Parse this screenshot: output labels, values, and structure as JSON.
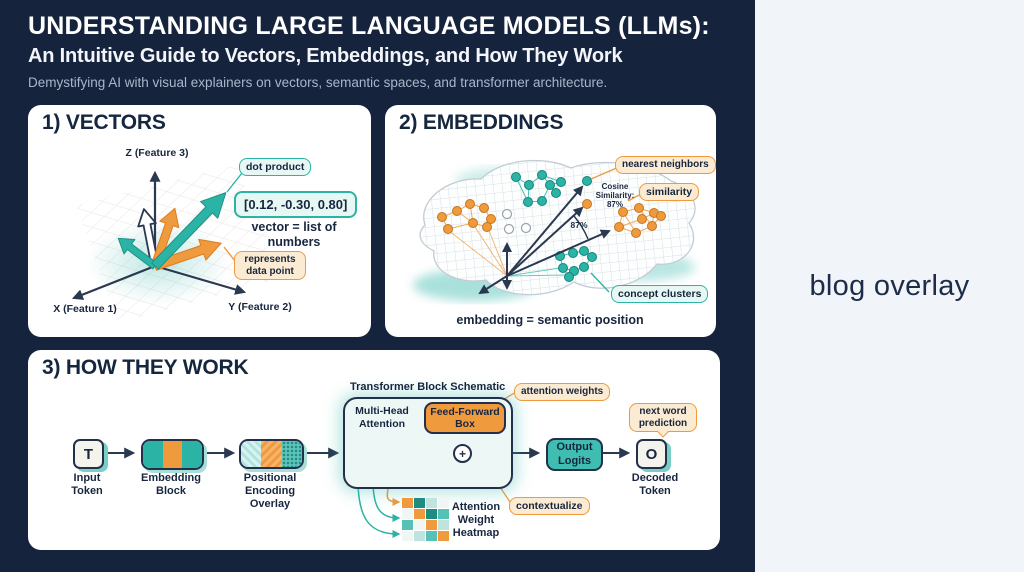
{
  "header": {
    "title": "UNDERSTANDING LARGE LANGUAGE MODELS (LLMs):",
    "subtitle": "An Intuitive Guide to Vectors, Embeddings, and How They Work",
    "tagline": "Demystifying AI with visual explainers on vectors, semantic spaces, and transformer architecture."
  },
  "overlay": {
    "label": "blog overlay"
  },
  "colors": {
    "background_navy": "#16233C",
    "panel_white": "#FFFFFF",
    "teal_accent": "#2BB3A6",
    "orange_accent": "#EF9A3E",
    "navy_text": "#17263F",
    "teal_badge_bg": "#E7F7F4",
    "orange_badge_bg": "#FBEBD2",
    "overlay_bg": "#F1F4F9"
  },
  "panels": {
    "vectors": {
      "heading": "1) VECTORS",
      "z_axis_label": "Z (Feature 3)",
      "x_axis_label": "X (Feature 1)",
      "y_axis_label": "Y (Feature 2)",
      "dot_product_badge": "dot product",
      "vector_value": "[0.12, -0.30, 0.80]",
      "caption": "vector = list of numbers",
      "represents_badge": "represents data point"
    },
    "embeddings": {
      "heading": "2) EMBEDDINGS",
      "nearest_neighbors_badge": "nearest neighbors",
      "similarity_badge": "similarity",
      "cosine_similarity_label": "Cosine Similarity: 87%",
      "angle_label": "87%",
      "concept_clusters_badge": "concept clusters",
      "caption": "embedding = semantic position"
    },
    "how_they_work": {
      "heading": "3) HOW THEY WORK",
      "input_token_glyph": "T",
      "input_token_label": "Input Token",
      "embedding_block_label": "Embedding Block",
      "positional_encoding_label": "Positional Encoding Overlay",
      "schematic_title": "Transformer Block Schematic",
      "multi_head_attention_label": "Multi-Head Attention",
      "feed_forward_label": "Feed-Forward Box",
      "plus_symbol": "+",
      "attention_weights_badge": "attention weights",
      "contextualize_badge": "contextualize",
      "heatmap_label": "Attention Weight Heatmap",
      "output_logits_label": "Output Logits",
      "next_word_badge": "next word prediction",
      "decoded_token_glyph": "O",
      "decoded_token_label": "Decoded Token",
      "heatmap": {
        "rows": 4,
        "cols": 4,
        "cells": [
          "#F09A3E",
          "#1F8C82",
          "#BFE4E0",
          "#EFF6F4",
          "#EFF6F4",
          "#F09A3E",
          "#1F8C82",
          "#56C2B6",
          "#56C2B6",
          "#EFF6F4",
          "#F09A3E",
          "#BFE4E0",
          "#EFF6F4",
          "#BFE4E0",
          "#56C2B6",
          "#F09A3E"
        ]
      }
    }
  }
}
